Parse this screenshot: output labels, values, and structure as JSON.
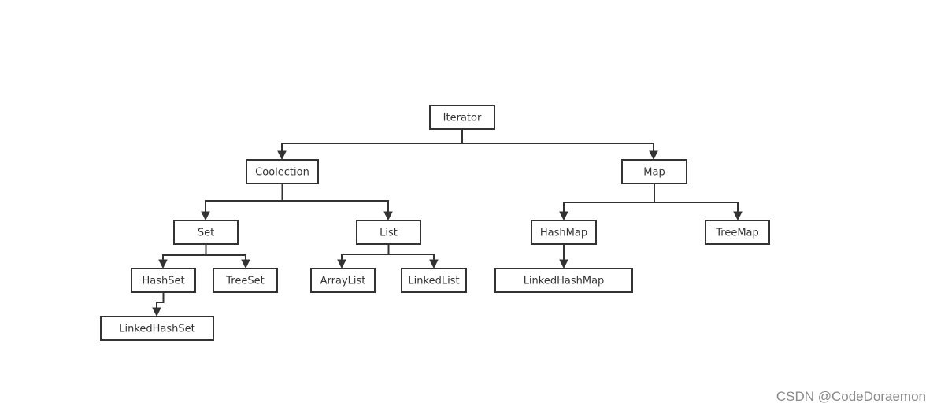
{
  "nodes": [
    {
      "id": "iterator",
      "label": "Iterator"
    },
    {
      "id": "coolection",
      "label": "Coolection"
    },
    {
      "id": "map",
      "label": "Map"
    },
    {
      "id": "set",
      "label": "Set"
    },
    {
      "id": "list",
      "label": "List"
    },
    {
      "id": "hashmap",
      "label": "HashMap"
    },
    {
      "id": "treemap",
      "label": "TreeMap"
    },
    {
      "id": "hashset",
      "label": "HashSet"
    },
    {
      "id": "treeset",
      "label": "TreeSet"
    },
    {
      "id": "arraylist",
      "label": "ArrayList"
    },
    {
      "id": "linkedlist",
      "label": "LinkedList"
    },
    {
      "id": "linkedhashmap",
      "label": "LinkedHashMap"
    },
    {
      "id": "linkedhashset",
      "label": "LinkedHashSet"
    }
  ],
  "edges": [
    {
      "from": "iterator",
      "to": "coolection"
    },
    {
      "from": "iterator",
      "to": "map"
    },
    {
      "from": "coolection",
      "to": "set"
    },
    {
      "from": "coolection",
      "to": "list"
    },
    {
      "from": "map",
      "to": "hashmap"
    },
    {
      "from": "map",
      "to": "treemap"
    },
    {
      "from": "set",
      "to": "hashset"
    },
    {
      "from": "set",
      "to": "treeset"
    },
    {
      "from": "list",
      "to": "arraylist"
    },
    {
      "from": "list",
      "to": "linkedlist"
    },
    {
      "from": "hashmap",
      "to": "linkedhashmap"
    },
    {
      "from": "hashset",
      "to": "linkedhashset"
    }
  ],
  "watermark": "CSDN @CodeDoraemon"
}
